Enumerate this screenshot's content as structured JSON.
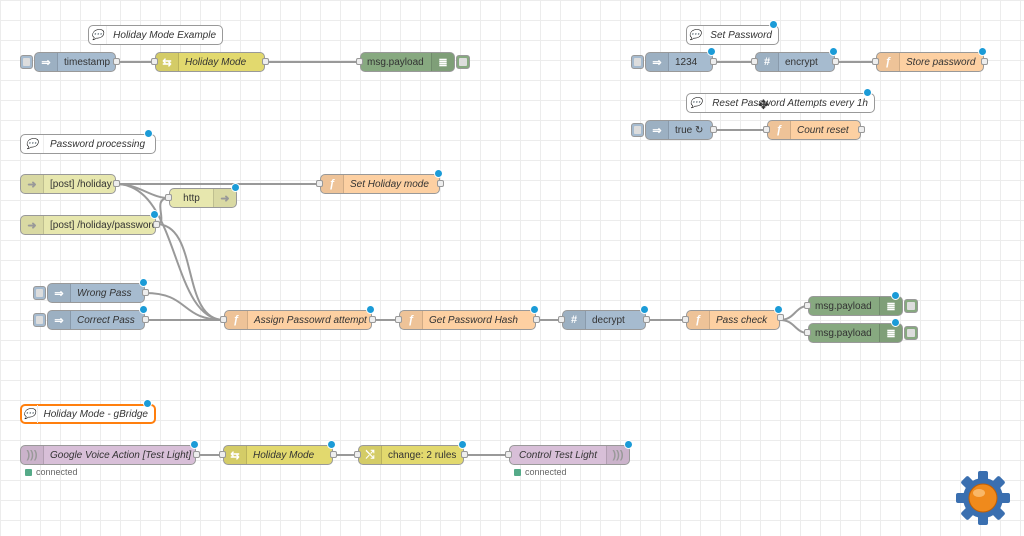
{
  "comments": {
    "holiday_example": "Holiday Mode Example",
    "set_password": "Set Password",
    "reset_attempts": "Reset Password Attempts every 1h",
    "password_processing": "Password processing",
    "gbridge": "Holiday Mode - gBridge"
  },
  "nodes": {
    "timestamp": "timestamp",
    "holiday_mode_1": "Holiday Mode",
    "msg_payload_1": "msg.payload",
    "val_1234": "1234",
    "encrypt": "encrypt",
    "store_password": "Store password",
    "true_repeat": "true ↻",
    "count_reset": "Count reset",
    "post_holiday": "[post] /holiday",
    "http": "http",
    "set_holiday_mode": "Set Holiday mode",
    "post_holiday_password": "[post] /holiday/password",
    "wrong_pass": "Wrong Pass",
    "correct_pass": "Correct Pass",
    "assign_password_attempt": "Assign Passowrd attempt",
    "get_password_hash": "Get Password Hash",
    "decrypt": "decrypt",
    "pass_check": "Pass check",
    "msg_payload_2": "msg.payload",
    "msg_payload_3": "msg.payload",
    "google_voice_action": "Google Voice Action [Test Light]",
    "holiday_mode_2": "Holiday Mode",
    "change_rules": "change: 2 rules",
    "control_test_light": "Control Test Light"
  },
  "statuses": {
    "google_voice_action": "connected",
    "control_test_light": "connected"
  },
  "colors": {
    "inject": "#a6bbcf",
    "function": "#fdd0a2",
    "switch": "#e2d96e",
    "debug": "#87a980",
    "http_in": "#e7e7ae",
    "gbridge": "#d8bfd8",
    "changed_dot": "#1b9bd7",
    "connected": "#55aa88"
  },
  "icons": {
    "inject": "arrow-in-icon",
    "function": "function-icon",
    "switch": "switch-icon",
    "debug": "list-icon",
    "http": "http-icon",
    "encrypt": "hash-icon",
    "change": "shuffle-icon",
    "gbridge": "wave-icon",
    "deploy": "gear-icon"
  }
}
